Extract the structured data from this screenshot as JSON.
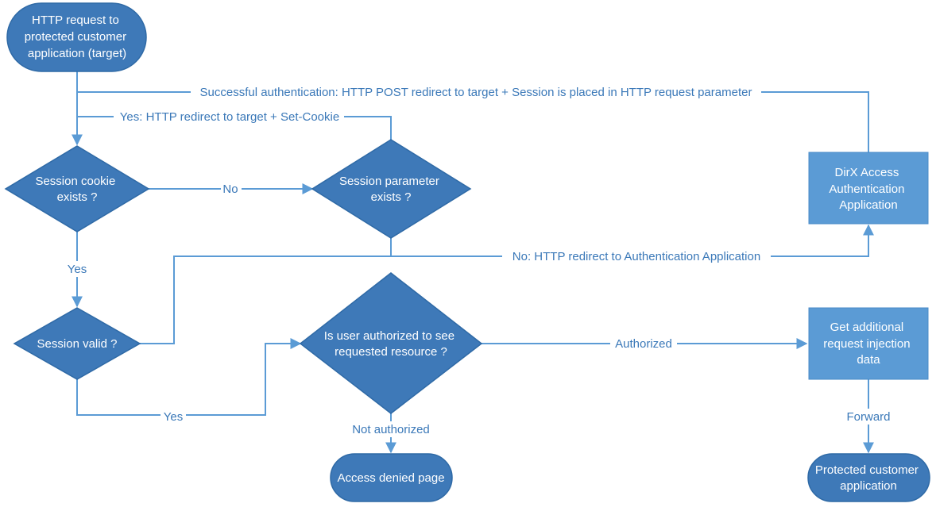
{
  "colors": {
    "shape_fill": "#3e79b8",
    "shape_stroke": "#2f6aa6",
    "box_fill": "#5b9bd5",
    "line": "#5b9bd5",
    "label_text": "#3a78b8"
  },
  "nodes": {
    "start": [
      "HTTP request to",
      "protected customer",
      "application (target)"
    ],
    "cookie_decision": [
      "Session cookie",
      "exists ?"
    ],
    "param_decision": [
      "Session parameter",
      "exists ?"
    ],
    "valid_decision": [
      "Session valid ?"
    ],
    "authz_decision": [
      "Is user authorized to see",
      "requested resource ?"
    ],
    "dirx_app": [
      "DirX Access",
      "Authentication",
      "Application"
    ],
    "get_injection": [
      "Get additional",
      "request injection",
      "data"
    ],
    "access_denied": [
      "Access denied page"
    ],
    "protected_app": [
      "Protected customer",
      "application"
    ]
  },
  "edges": {
    "success_auth": "Successful authentication: HTTP POST redirect to target + Session is placed in HTTP request parameter",
    "yes_redirect_cookie": "Yes: HTTP redirect to target + Set-Cookie",
    "no_cookie": "No",
    "yes_cookie": "Yes",
    "no_param_redirect": "No: HTTP redirect to Authentication Application",
    "yes_valid": "Yes",
    "authorized": "Authorized",
    "not_authorized": "Not authorized",
    "forward": "Forward"
  }
}
